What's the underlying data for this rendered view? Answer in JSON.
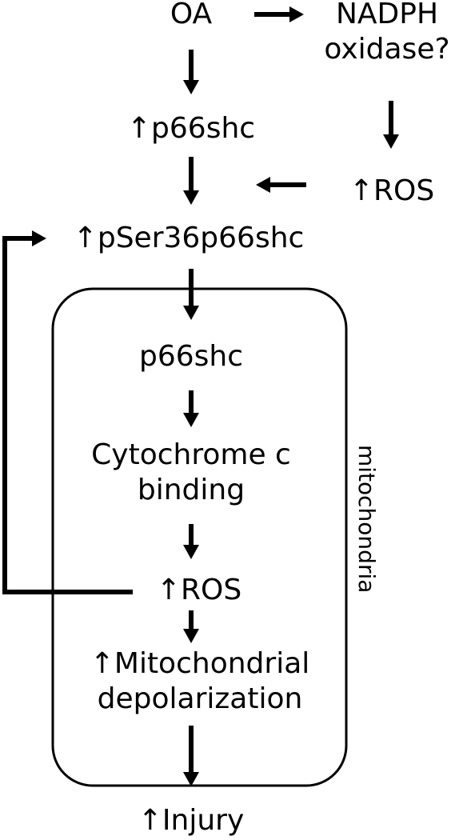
{
  "nodes": {
    "oa": "OA",
    "nadph_line1": "NADPH",
    "nadph_line2": "oxidase?",
    "p66shc_up": "↑p66shc",
    "ros_top": "↑ROS",
    "pser36": "↑pSer36p66shc",
    "p66shc_mito": "p66shc",
    "cytc_line1": "Cytochrome c",
    "cytc_line2": "binding",
    "ros_mito": "↑ROS",
    "depol_line1": "↑Mitochondrial",
    "depol_line2": "depolarization",
    "injury": "↑Injury"
  },
  "compartment_label": "mitochondria",
  "colors": {
    "ink": "#000000",
    "background": "#ffffff"
  }
}
